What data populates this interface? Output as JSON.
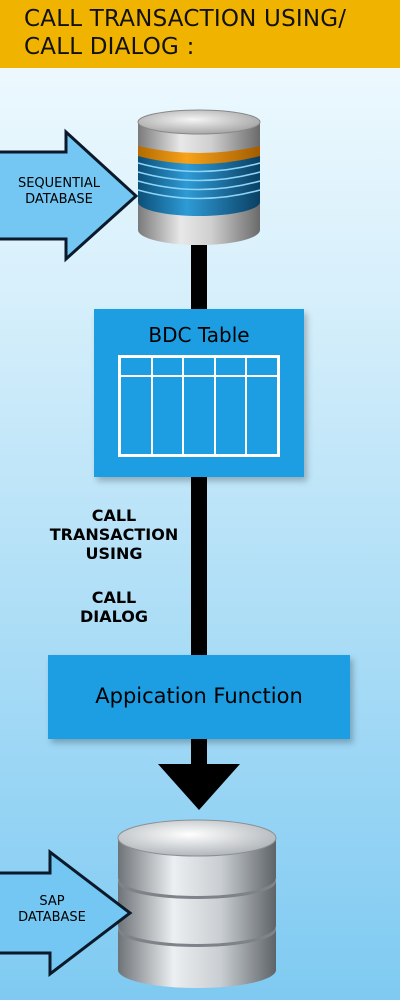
{
  "header": {
    "title_line1": "CALL TRANSACTION USING/",
    "title_line2": "CALL DIALOG :",
    "bg_color": "#f0b400"
  },
  "nodes": {
    "sequential_db": {
      "label_line1": "SEQUENTIAL",
      "label_line2": "DATABASE",
      "icon": "database-cylinder-blue-icon"
    },
    "bdc_table": {
      "label": "BDC Table",
      "icon": "table-grid-icon"
    },
    "application_function": {
      "label": "Appication Function"
    },
    "sap_db": {
      "label_line1": "SAP",
      "label_line2": "DATABASE",
      "icon": "database-cylinder-gray-icon"
    }
  },
  "edges": {
    "call_transaction": {
      "line1": "CALL",
      "line2": "TRANSACTION",
      "line3": "USING"
    },
    "call_dialog": {
      "line1": "CALL",
      "line2": "DIALOG"
    }
  },
  "colors": {
    "box_fill": "#1d9ee2",
    "arrow_fill": "#73c7f2",
    "connector": "#000000"
  }
}
